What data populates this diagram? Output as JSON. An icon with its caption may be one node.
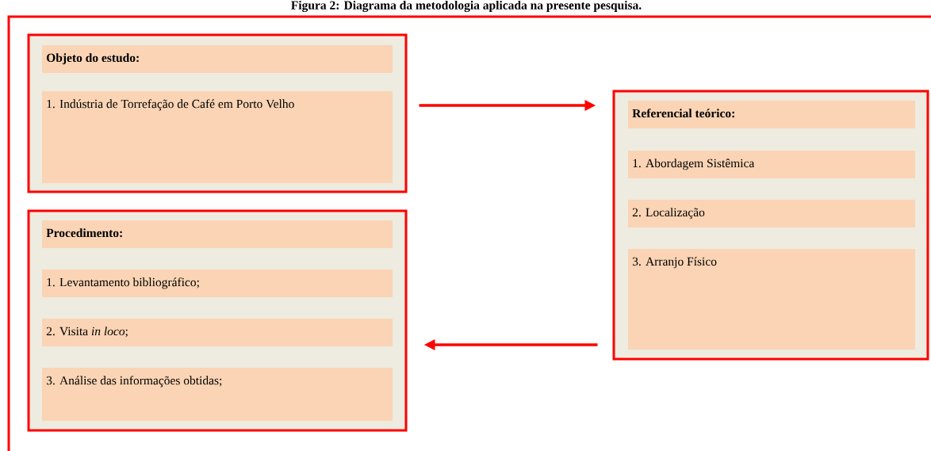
{
  "diagram": {
    "title": "Figura 2: Diagrama da metodologia aplicada na presente pesquisa.",
    "nodes": [
      {
        "text": [
          "Objeto do estudo:",
          "1. Indústria de Torrefação de Café em Porto Velho"
        ]
      },
      {
        "text": [
          "Referencial teórico:",
          "1. Abordagem Sistêmica",
          "2. Localização",
          "3. Arranjo Físico"
        ]
      },
      {
        "text": [
          "Procedimento:",
          "1. Levantamento bibliográfico;",
          "2. Visita *in loco*;",
          "3. Análise das informações obtidas;"
        ]
      }
    ],
    "edges": [
      {
        "from": 0,
        "to": 1,
        "arrow": "to"
      },
      {
        "from": 1,
        "to": 2,
        "arrow": "to"
      }
    ]
  }
}
